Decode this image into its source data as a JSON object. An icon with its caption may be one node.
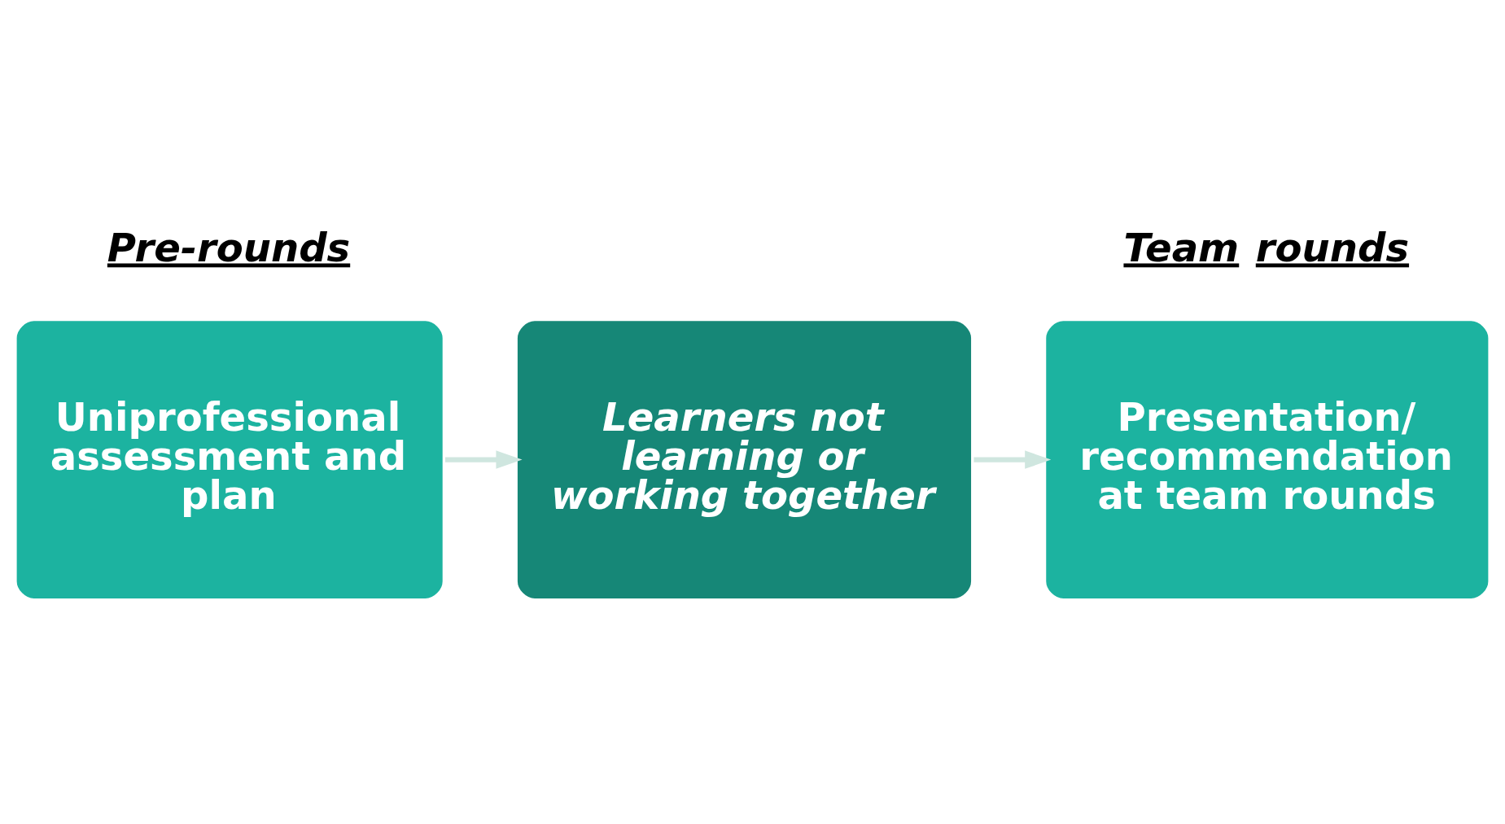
{
  "diagram": {
    "nodes": [
      {
        "text": [
          "Uniprofessional assessment and plan"
        ]
      },
      {
        "text": [
          "Learners not learning or working together"
        ]
      },
      {
        "text": [
          "Presentation/ recommendation at team rounds"
        ]
      }
    ],
    "edges": [
      {
        "from": 0,
        "to": 1,
        "arrow": "to",
        "color": "#cfe6df"
      },
      {
        "from": 1,
        "to": 2,
        "arrow": "to",
        "color": "#cfe6df"
      }
    ],
    "labels": [
      "Pre-rounds",
      "Team rounds"
    ]
  }
}
